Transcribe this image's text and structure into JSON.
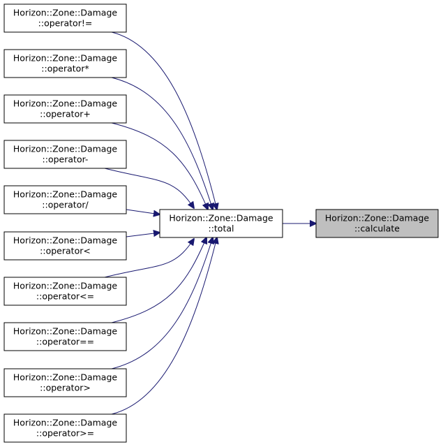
{
  "graph": {
    "focus_node": {
      "line1": "Horizon::Zone::Damage",
      "line2": "::calculate",
      "fill": "#bfbfbf"
    },
    "middle_node": {
      "line1": "Horizon::Zone::Damage",
      "line2": "::total"
    },
    "caller_nodes": [
      {
        "line1": "Horizon::Zone::Damage",
        "line2": "::operator!="
      },
      {
        "line1": "Horizon::Zone::Damage",
        "line2": "::operator*"
      },
      {
        "line1": "Horizon::Zone::Damage",
        "line2": "::operator+"
      },
      {
        "line1": "Horizon::Zone::Damage",
        "line2": "::operator-"
      },
      {
        "line1": "Horizon::Zone::Damage",
        "line2": "::operator/"
      },
      {
        "line1": "Horizon::Zone::Damage",
        "line2": "::operator<"
      },
      {
        "line1": "Horizon::Zone::Damage",
        "line2": "::operator<="
      },
      {
        "line1": "Horizon::Zone::Damage",
        "line2": "::operator=="
      },
      {
        "line1": "Horizon::Zone::Damage",
        "line2": "::operator>"
      },
      {
        "line1": "Horizon::Zone::Damage",
        "line2": "::operator>="
      }
    ],
    "edge_color": "#191970",
    "node_border_color": "#000000",
    "node_fill": "#ffffff"
  }
}
